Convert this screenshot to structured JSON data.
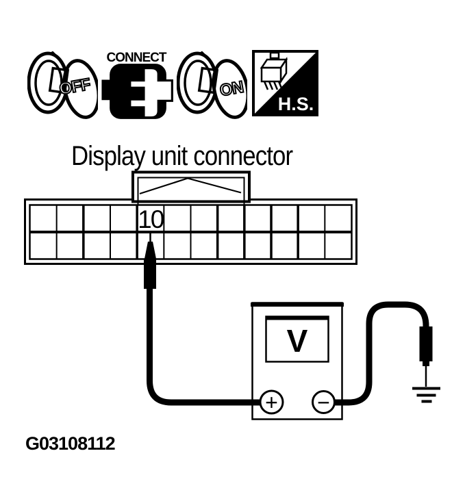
{
  "colors": {
    "ink": "#000000",
    "paper": "#ffffff"
  },
  "header_icons": {
    "ignition_key_off": {
      "label": "OFF"
    },
    "connect_symbol": {
      "label": "CONNECT"
    },
    "ignition_key_on": {
      "label": "ON"
    },
    "harness_side_view": {
      "label": "H.S."
    }
  },
  "diagram": {
    "title": "Display unit connector",
    "connector": {
      "rows": 2,
      "columns": 12,
      "probed_pin": {
        "label": "10",
        "row": 1,
        "column": 5
      }
    },
    "voltmeter": {
      "display_label": "V",
      "positive_terminal_label": "+",
      "negative_terminal_label": "−"
    },
    "ground_icon": "earth-ground-icon",
    "figure_id": "G03108112"
  }
}
